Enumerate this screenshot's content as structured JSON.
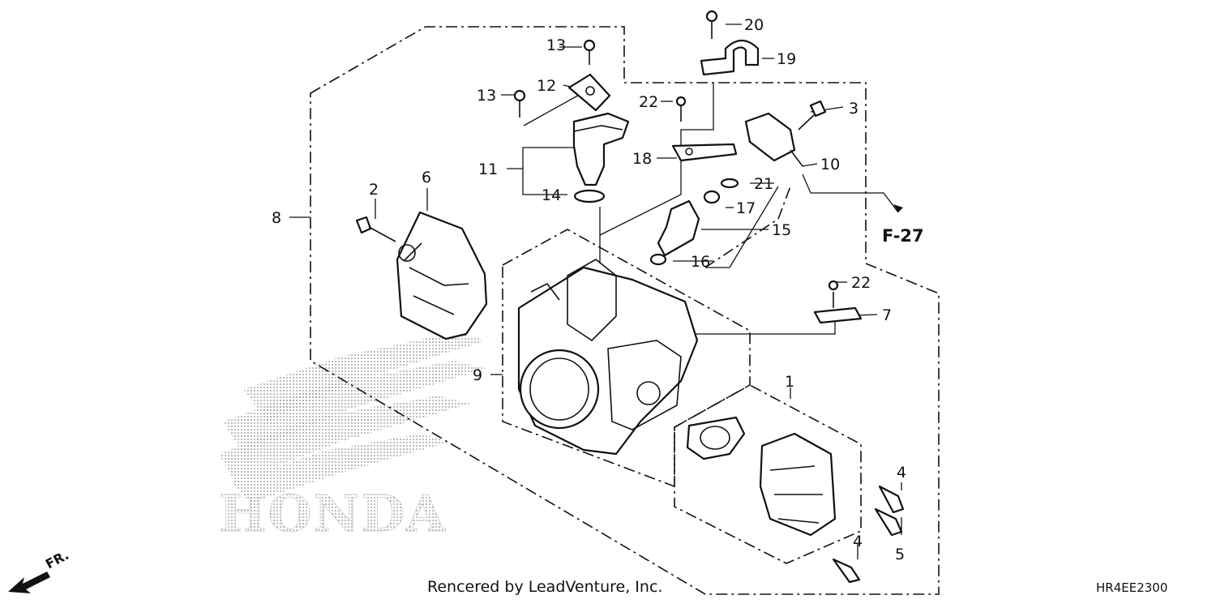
{
  "callouts": {
    "c1": "1",
    "c2": "2",
    "c3": "3",
    "c4a": "4",
    "c4b": "4",
    "c5": "5",
    "c6": "6",
    "c7": "7",
    "c8": "8",
    "c9": "9",
    "c10": "10",
    "c11": "11",
    "c12": "12",
    "c13a": "13",
    "c13b": "13",
    "c14": "14",
    "c15": "15",
    "c16": "16",
    "c17": "17",
    "c18": "18",
    "c19": "19",
    "c20": "20",
    "c21": "21",
    "c22a": "22",
    "c22b": "22"
  },
  "reference_label": "F-27",
  "direction_label": "FR.",
  "watermark_logo_text": "HONDA",
  "footer_credit": "Rencered by LeadVenture, Inc.",
  "diagram_code": "HR4EE2300",
  "colors": {
    "ink": "#111111",
    "background": "#ffffff",
    "watermark": "#9a9a9a"
  }
}
